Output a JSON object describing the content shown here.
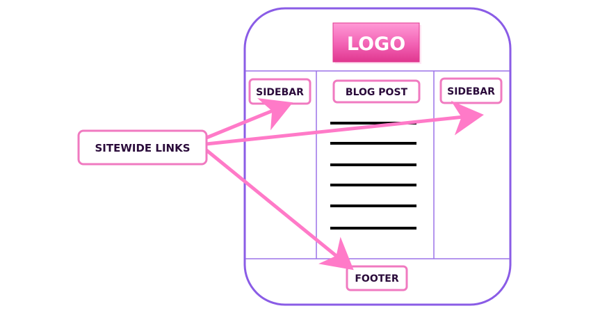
{
  "logo": {
    "label": "LOGO"
  },
  "sidebar_left": {
    "label": "SIDEBAR"
  },
  "blog_post": {
    "label": "BLOG POST"
  },
  "sidebar_right": {
    "label": "SIDEBAR"
  },
  "footer": {
    "label": "FOOTER"
  },
  "sitewide_links": {
    "label": "SITEWIDE LINKS"
  },
  "colors": {
    "frame": "#8a5ce6",
    "pink_border": "#f07ac0",
    "arrow": "#ff7ac8",
    "logo_fill_top": "#ff9ad6",
    "logo_fill_bottom": "#e83e9a",
    "text": "#2a0a3a",
    "content_lines": "#000000"
  }
}
